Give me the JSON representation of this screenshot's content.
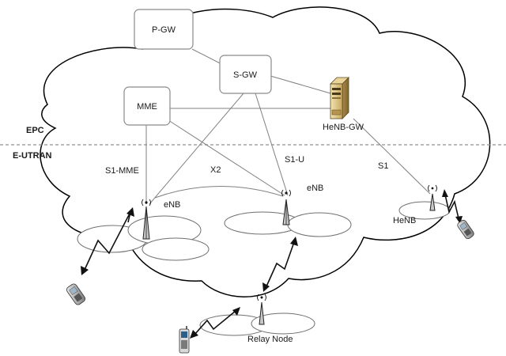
{
  "nodes": {
    "pgw": "P-GW",
    "sgw": "S-GW",
    "mme": "MME",
    "henb_gw": "HeNB-GW",
    "enb_left": "eNB",
    "enb_center": "eNB",
    "henb": "HeNB",
    "relay": "Relay Node"
  },
  "regions": {
    "core": "EPC",
    "access": "E-UTRAN"
  },
  "interfaces": {
    "s1_mme": "S1-MME",
    "x2": "X2",
    "s1_u": "S1-U",
    "s1": "S1"
  },
  "icons": {
    "server": "server-icon",
    "antenna": "antenna-tower-icon",
    "phone": "mobile-phone-icon",
    "radio_link": "lightning-link-icon"
  },
  "colors": {
    "cloud_outline": "#000000",
    "box_border": "#8a8a8a",
    "link": "#808080",
    "boundary": "#909090"
  }
}
